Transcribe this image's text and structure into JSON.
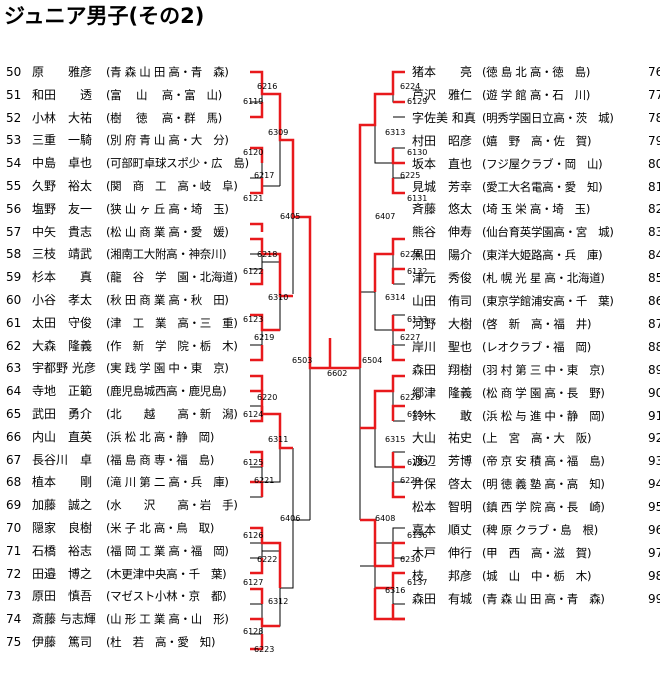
{
  "title": "ジュニア男子(その2)",
  "left": [
    {
      "num": "50",
      "name": "原　　雅彦",
      "school": "(青 森 山 田 高・青　森)"
    },
    {
      "num": "51",
      "name": "和田　　透",
      "school": "(富　 山　 高・富　山)"
    },
    {
      "num": "52",
      "name": "小林　大祐",
      "school": "(樹　 徳　 高・群　馬)"
    },
    {
      "num": "53",
      "name": "三重　一騎",
      "school": "(別 府 青 山 高・大　分)"
    },
    {
      "num": "54",
      "name": "中島　卓也",
      "school": "(可部町卓球スポ少・広　島)"
    },
    {
      "num": "55",
      "name": "久野　裕太",
      "school": "(関　商　工　高・岐　阜)"
    },
    {
      "num": "56",
      "name": "塩野　友一",
      "school": "(狭 山 ヶ 丘 高・埼　玉)"
    },
    {
      "num": "57",
      "name": "中矢　貴志",
      "school": "(松 山 商 業 高・愛　媛)"
    },
    {
      "num": "58",
      "name": "三枝　靖武",
      "school": "(湘南工大附高・神奈川)"
    },
    {
      "num": "59",
      "name": "杉本　　真",
      "school": "(龍　谷　学　園・北海道)"
    },
    {
      "num": "60",
      "name": "小谷　孝太",
      "school": "(秋 田 商 業 高・秋　田)"
    },
    {
      "num": "61",
      "name": "太田　守俊",
      "school": "(津　工　業　高・三　重)"
    },
    {
      "num": "62",
      "name": "大森　隆義",
      "school": "(作　新　学　院・栃　木)"
    },
    {
      "num": "63",
      "name": "宇都野 光彦",
      "school": "(実 践 学 園 中・東　京)"
    },
    {
      "num": "64",
      "name": "寺地　正範",
      "school": "(鹿児島城西高・鹿児島)"
    },
    {
      "num": "65",
      "name": "武田　勇介",
      "school": "(北　　越　　高・新　潟)"
    },
    {
      "num": "66",
      "name": "内山　直英",
      "school": "(浜 松 北 高・静　岡)"
    },
    {
      "num": "67",
      "name": "長谷川　卓",
      "school": "(福 島 商 専・福　島)"
    },
    {
      "num": "68",
      "name": "植本　　剛",
      "school": "(滝 川 第 二 高・兵　庫)"
    },
    {
      "num": "69",
      "name": "加藤　誠之",
      "school": "(水　　沢　　高・岩　手)"
    },
    {
      "num": "70",
      "name": "隠家　良樹",
      "school": "(米 子 北 高・鳥　取)"
    },
    {
      "num": "71",
      "name": "石橋　裕志",
      "school": "(福 岡 工 業 高・福　岡)"
    },
    {
      "num": "72",
      "name": "田邉　博之",
      "school": "(木更津中央高・千　葉)"
    },
    {
      "num": "73",
      "name": "原田　慎吾",
      "school": "(マゼスト小林・京　都)"
    },
    {
      "num": "74",
      "name": "斎藤 与志輝",
      "school": "(山 形 工 業 高・山　形)"
    },
    {
      "num": "75",
      "name": "伊藤　篤司",
      "school": "(杜　若　高・愛　知)"
    }
  ],
  "right": [
    {
      "num": "76",
      "name": "猪本　　亮",
      "school": "(徳 島 北 高・徳　島)"
    },
    {
      "num": "77",
      "name": "芦沢　雅仁",
      "school": "(遊 学 館 高・石　川)"
    },
    {
      "num": "78",
      "name": "字佐美 和真",
      "school": "(明秀学園日立高・茨　城)"
    },
    {
      "num": "79",
      "name": "村田　昭彦",
      "school": "(嬉　野　高・佐　賀)"
    },
    {
      "num": "80",
      "name": "坂本　直也",
      "school": "(フジ屋クラブ・岡　山)"
    },
    {
      "num": "81",
      "name": "見城　芳幸",
      "school": "(愛工大名電高・愛　知)"
    },
    {
      "num": "82",
      "name": "斉藤　悠太",
      "school": "(埼 玉 栄 高・埼　玉)"
    },
    {
      "num": "83",
      "name": "熊谷　伸寿",
      "school": "(仙台育英学園高・宮　城)"
    },
    {
      "num": "84",
      "name": "黒田　陽介",
      "school": "(東洋大姫路高・兵　庫)"
    },
    {
      "num": "85",
      "name": "津元　秀俊",
      "school": "(札 幌 光 星 高・北海道)"
    },
    {
      "num": "86",
      "name": "山田　侑司",
      "school": "(東京学館浦安高・千　葉)"
    },
    {
      "num": "87",
      "name": "河野　大樹",
      "school": "(啓　新　高・福　井)"
    },
    {
      "num": "88",
      "name": "岸川　聖也",
      "school": "(レオクラブ・福　岡)"
    },
    {
      "num": "89",
      "name": "森田　翔樹",
      "school": "(羽 村 第 三 中・東　京)"
    },
    {
      "num": "90",
      "name": "郷津　隆義",
      "school": "(松 商 学 園 高・長　野)"
    },
    {
      "num": "91",
      "name": "鈴木　　敢",
      "school": "(浜 松 与 進 中・静　岡)"
    },
    {
      "num": "92",
      "name": "大山　祐史",
      "school": "(上　宮　高・大　阪)"
    },
    {
      "num": "93",
      "name": "渡辺　芳博",
      "school": "(帝 京 安 積 高・福　島)"
    },
    {
      "num": "94",
      "name": "井保　啓太",
      "school": "(明 徳 義 塾 高・高　知)"
    },
    {
      "num": "95",
      "name": "松本　智明",
      "school": "(鎮 西 学 院 高・長　崎)"
    },
    {
      "num": "96",
      "name": "嘉本　順丈",
      "school": "(稗 原 クラブ・島　根)"
    },
    {
      "num": "97",
      "name": "木戸　伸行",
      "school": "(甲　西　高・滋　賀)"
    },
    {
      "num": "98",
      "name": "枝　　邦彦",
      "school": "(城　山　中・栃　木)"
    },
    {
      "num": "99",
      "name": "森田　有城",
      "school": "(青 森 山 田 高・青　森)"
    }
  ],
  "matches": {
    "m6216": "6216",
    "m6119": "6119",
    "m6309": "6309",
    "m6120": "6120",
    "m6217": "6217",
    "m6121": "6121",
    "m6405": "6405",
    "m6218": "6218",
    "m6122": "6122",
    "m6310": "6310",
    "m6123": "6123",
    "m6219": "6219",
    "m6503": "6503",
    "m6220": "6220",
    "m6124": "6124",
    "m6311": "6311",
    "m6125": "6125",
    "m6221": "6221",
    "m6406": "6406",
    "m6126": "6126",
    "m6222": "6222",
    "m6127": "6127",
    "m6312": "6312",
    "m6128": "6128",
    "m6223": "6223",
    "m6602": "6602",
    "m6224": "6224",
    "m6129": "6129",
    "m6313": "6313",
    "m6130": "6130",
    "m6225": "6225",
    "m6131": "6131",
    "m6407": "6407",
    "m6226": "6226",
    "m6132": "6132",
    "m6314": "6314",
    "m6133": "6133",
    "m6227": "6227",
    "m6504": "6504",
    "m6228": "6228",
    "m6134": "6134",
    "m6315": "6315",
    "m6135": "6135",
    "m6229": "6229",
    "m6408": "6408",
    "m6136": "6136",
    "m6230": "6230",
    "m6137": "6137",
    "m6316": "6316"
  }
}
